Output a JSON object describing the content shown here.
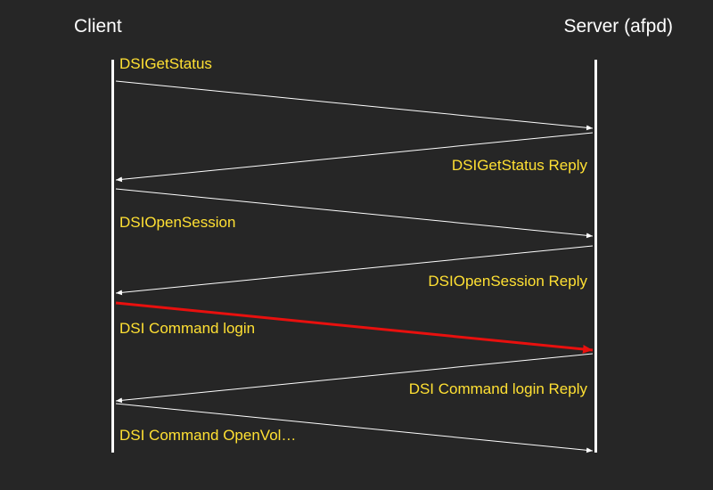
{
  "participants": {
    "client": "Client",
    "server": "Server (afpd)"
  },
  "colors": {
    "background": "#262626",
    "lifeline": "#ffffff",
    "label": "#ffe033",
    "arrow": "#ffffff",
    "highlight": "#e8100e"
  },
  "messages": [
    {
      "label": "DSIGetStatus",
      "from": "client",
      "to": "server",
      "highlighted": false
    },
    {
      "label": "DSIGetStatus Reply",
      "from": "server",
      "to": "client",
      "highlighted": false
    },
    {
      "label": "DSIOpenSession",
      "from": "client",
      "to": "server",
      "highlighted": false
    },
    {
      "label": "DSIOpenSession Reply",
      "from": "server",
      "to": "client",
      "highlighted": false
    },
    {
      "label": "DSI Command login",
      "from": "client",
      "to": "server",
      "highlighted": true
    },
    {
      "label": "DSI Command login Reply",
      "from": "server",
      "to": "client",
      "highlighted": false
    },
    {
      "label": "DSI Command OpenVol…",
      "from": "client",
      "to": "server",
      "highlighted": false
    }
  ]
}
